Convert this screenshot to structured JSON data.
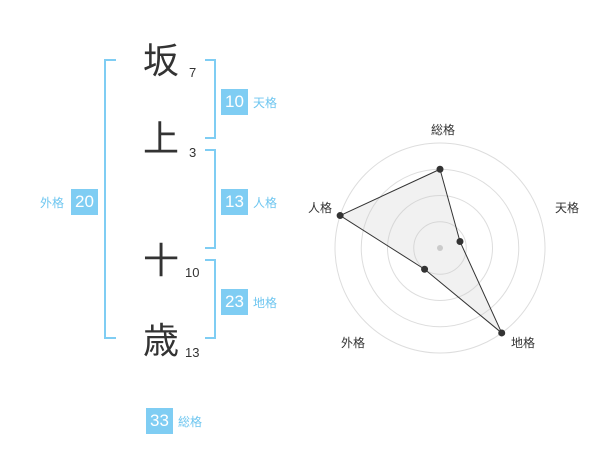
{
  "name": {
    "chars": [
      {
        "char": "坂",
        "strokes": "7"
      },
      {
        "char": "上",
        "strokes": "3"
      },
      {
        "char": "十",
        "strokes": "10"
      },
      {
        "char": "歳",
        "strokes": "13"
      }
    ]
  },
  "fortunes": {
    "tenkaku": {
      "value": "10",
      "label": "天格"
    },
    "jinkaku": {
      "value": "13",
      "label": "人格"
    },
    "chikaku": {
      "value": "23",
      "label": "地格"
    },
    "gaikaku": {
      "value": "20",
      "label": "外格"
    },
    "soukaku": {
      "value": "33",
      "label": "総格"
    }
  },
  "colors": {
    "bracket": "#7fcdf3",
    "badge": "#7fcdf3",
    "label": "#6ec6f0"
  },
  "chart_data": {
    "type": "radar",
    "axes": [
      "総格",
      "天格",
      "地格",
      "外格",
      "人格"
    ],
    "values": [
      0.75,
      0.2,
      1.0,
      0.25,
      1.0
    ],
    "rings": 4,
    "max": 1.0
  }
}
